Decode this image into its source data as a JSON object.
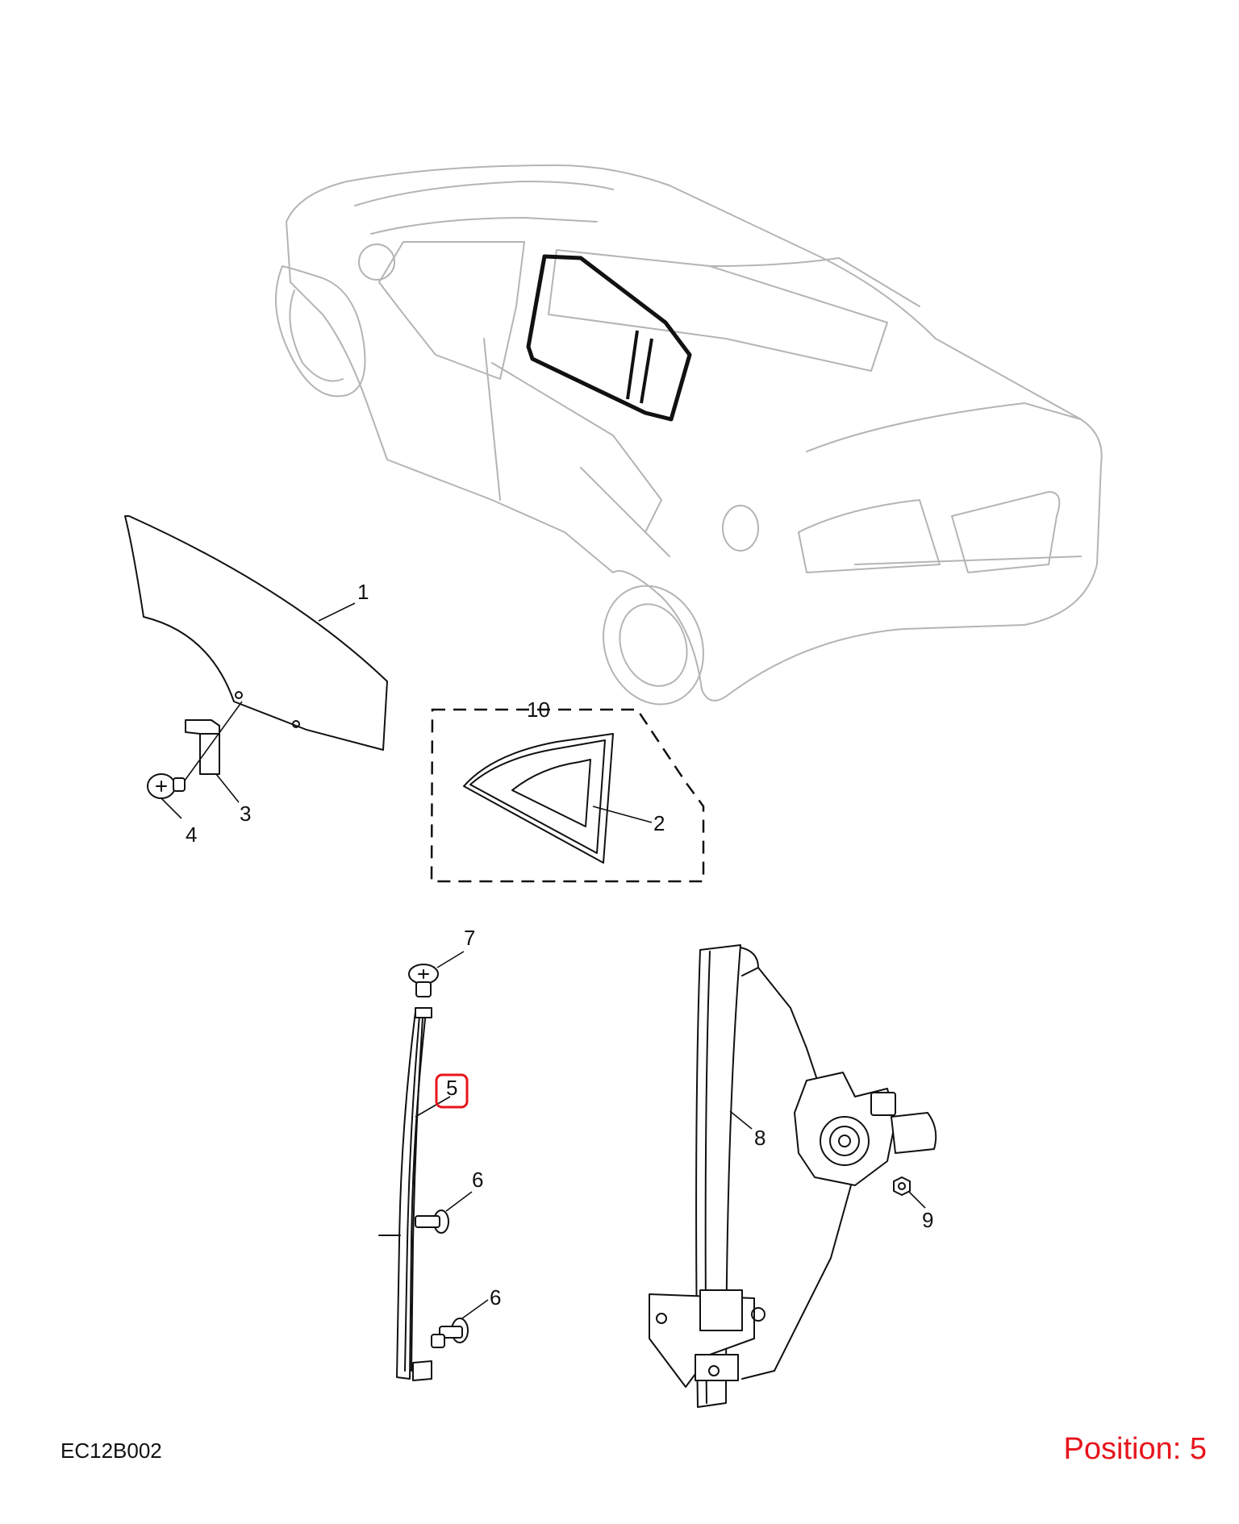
{
  "callouts": {
    "c1": "1",
    "c2": "2",
    "c3": "3",
    "c4": "4",
    "c5": "5",
    "c6a": "6",
    "c6b": "6",
    "c7": "7",
    "c8": "8",
    "c9": "9",
    "c10": "10"
  },
  "footer": {
    "drawing_code": "EC12B002",
    "position_label": "Position: 5"
  },
  "colors": {
    "highlight": "#e8141c",
    "line": "#111111",
    "ghost_car": "#b4b4b4"
  }
}
